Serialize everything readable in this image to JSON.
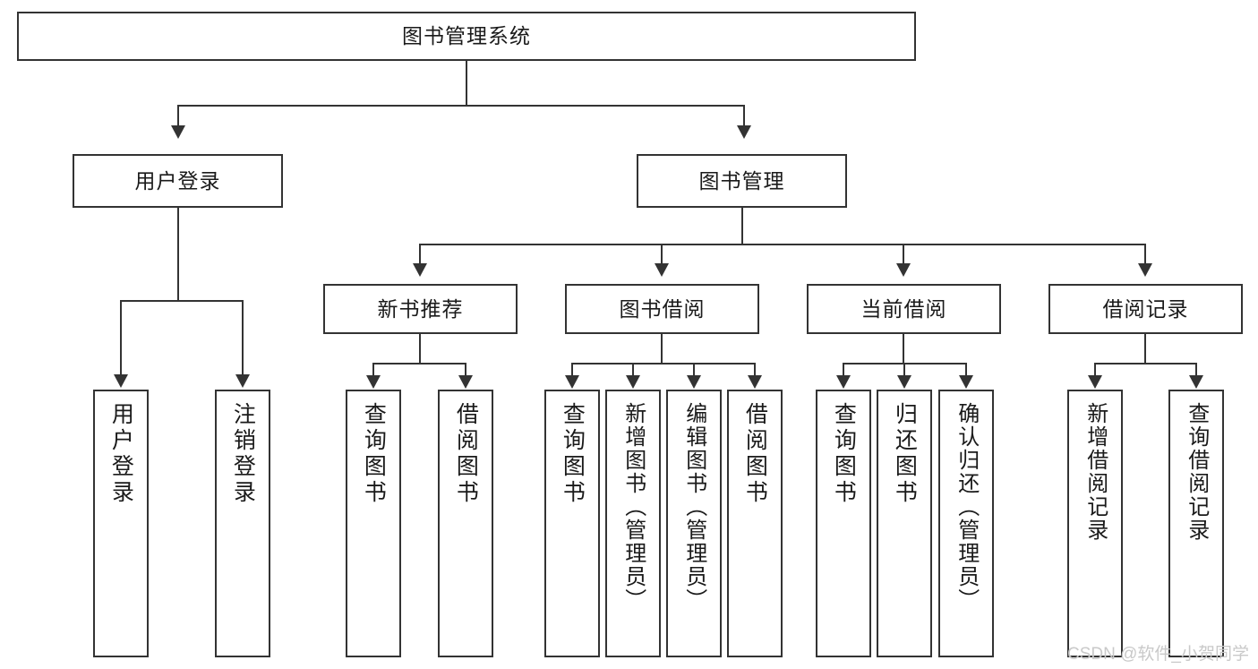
{
  "diagram": {
    "title": "图书管理系统",
    "type": "tree-hierarchy",
    "watermark": "CSDN @软件_小贺同学",
    "colors": {
      "stroke": "#333333",
      "fill": "#ffffff",
      "text": "#1a1a1a",
      "watermark": "#c9c9c9"
    },
    "nodes": {
      "root": {
        "label": "图书管理系统",
        "level": 1
      },
      "level2": [
        {
          "id": "user-login",
          "label": "用户登录"
        },
        {
          "id": "book-manage",
          "label": "图书管理"
        }
      ],
      "level3": [
        {
          "id": "new-book-recommend",
          "label": "新书推荐"
        },
        {
          "id": "book-borrow",
          "label": "图书借阅"
        },
        {
          "id": "current-borrow",
          "label": "当前借阅"
        },
        {
          "id": "borrow-record",
          "label": "借阅记录"
        }
      ],
      "leaves": {
        "user-login": [
          {
            "id": "leaf-user-login",
            "label": "用户登录"
          },
          {
            "id": "leaf-logout-login",
            "label": "注销登录"
          }
        ],
        "new-book-recommend": [
          {
            "id": "leaf-query-book-1",
            "label": "查询图书"
          },
          {
            "id": "leaf-borrow-book-1",
            "label": "借阅图书"
          }
        ],
        "book-borrow": [
          {
            "id": "leaf-query-book-2",
            "label": "查询图书"
          },
          {
            "id": "leaf-add-book",
            "label": "新增图书（管理员）"
          },
          {
            "id": "leaf-edit-book",
            "label": "编辑图书（管理员）"
          },
          {
            "id": "leaf-borrow-book-2",
            "label": "借阅图书"
          }
        ],
        "current-borrow": [
          {
            "id": "leaf-query-book-3",
            "label": "查询图书"
          },
          {
            "id": "leaf-return-book",
            "label": "归还图书"
          },
          {
            "id": "leaf-confirm-return",
            "label": "确认归还（管理员）"
          }
        ],
        "borrow-record": [
          {
            "id": "leaf-add-record",
            "label": "新增借阅记录"
          },
          {
            "id": "leaf-query-record",
            "label": "查询借阅记录"
          }
        ]
      }
    }
  }
}
